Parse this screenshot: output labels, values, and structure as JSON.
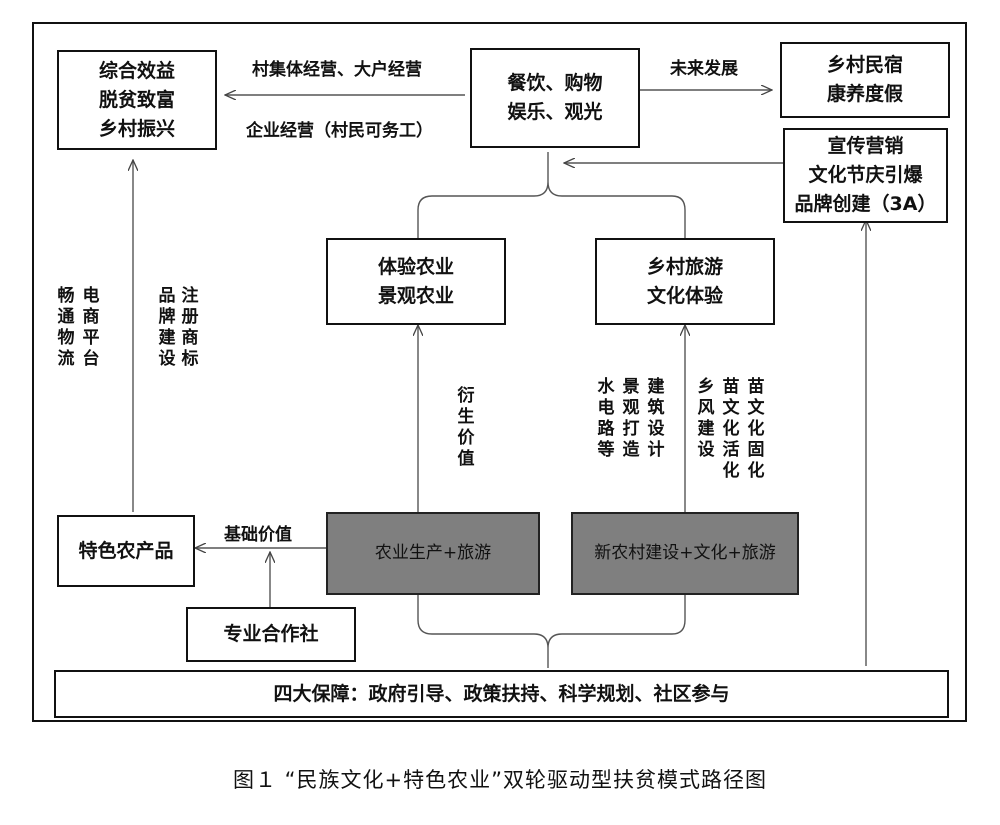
{
  "boxes": {
    "benefit": [
      "综合效益",
      "脱贫致富",
      "乡村振兴"
    ],
    "catering": [
      "餐饮、购物",
      "娱乐、观光"
    ],
    "homestay": [
      "乡村民宿",
      "康养度假"
    ],
    "marketing": [
      "宣传营销",
      "文化节庆引爆",
      "品牌创建（3A）"
    ],
    "agri_experience": [
      "体验农业",
      "景观农业"
    ],
    "rural_tourism": [
      "乡村旅游",
      "文化体验"
    ],
    "specialty": "特色农产品",
    "agri_production": "农业生产+旅游",
    "new_village": "新农村建设+文化+旅游",
    "cooperative": "专业合作社",
    "guarantee": "四大保障：政府引导、政策扶持、科学规划、社区参与"
  },
  "labels": {
    "collective": "村集体经营、大户经营",
    "enterprise": "企业经营（村民可务工）",
    "future": "未来发展",
    "base_value": "基础价值"
  },
  "vertical_labels": {
    "ecommerce": "电商平台",
    "logistics": "畅通物流",
    "register": "注册商标",
    "brand": "品牌建设",
    "derived": "衍生价值",
    "building": "建筑设计",
    "landscape": "景观打造",
    "utilities": "水电路等",
    "miao_solid": "苗文化固化",
    "miao_live": "苗文化活化",
    "rural_style": "乡风建设"
  },
  "caption": "图１ “民族文化+特色农业”双轮驱动型扶贫模式路径图"
}
